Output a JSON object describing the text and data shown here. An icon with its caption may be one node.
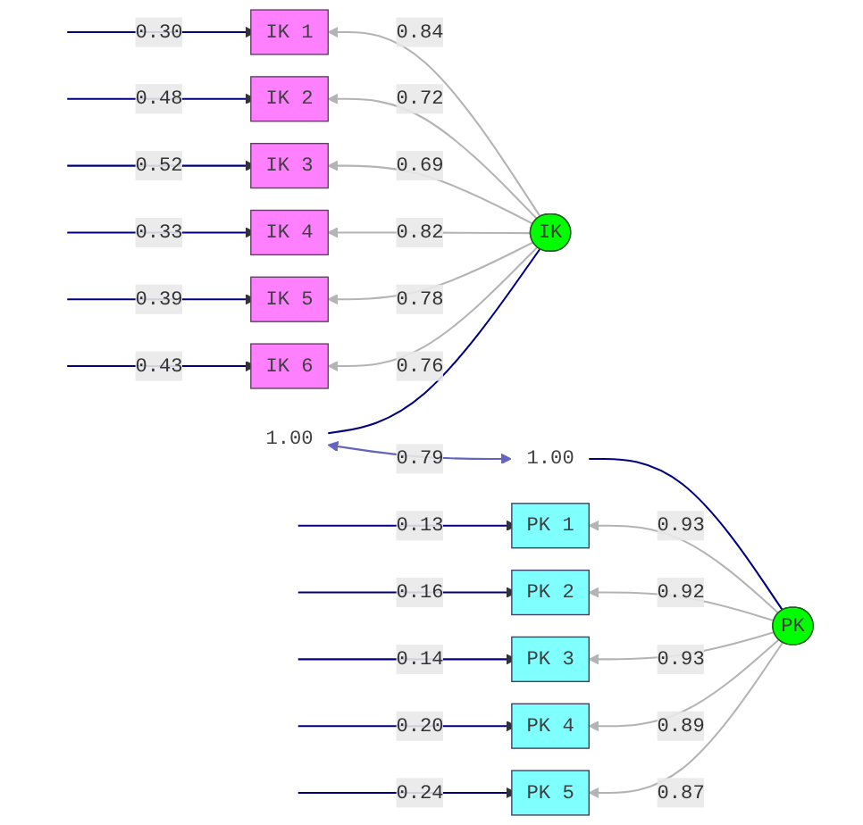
{
  "diagram": {
    "nodes": [
      {
        "text": [
          "PK 1"
        ]
      },
      {
        "text": [
          "PK 2"
        ]
      },
      {
        "text": [
          "PK 3"
        ]
      },
      {
        "text": [
          "PK 4"
        ]
      },
      {
        "text": [
          "PK 5"
        ]
      },
      {
        "text": [
          "IK 1"
        ]
      },
      {
        "text": [
          "IK 2"
        ]
      },
      {
        "text": [
          "IK 3"
        ]
      },
      {
        "text": [
          "IK 4"
        ]
      },
      {
        "text": [
          "IK 5"
        ]
      },
      {
        "text": [
          "IK 6"
        ]
      },
      {
        "text": [
          "PK"
        ]
      },
      {
        "text": [
          "IK"
        ]
      },
      {
        "text": [
          "1.00"
        ]
      },
      {
        "text": [
          "1.00"
        ]
      }
    ],
    "edges": [
      {
        "from": null,
        "to": 0,
        "arrow": "to",
        "label": "0.13"
      },
      {
        "from": null,
        "to": 1,
        "arrow": "to",
        "label": "0.16"
      },
      {
        "from": null,
        "to": 2,
        "arrow": "to",
        "label": "0.14"
      },
      {
        "from": null,
        "to": 3,
        "arrow": "to",
        "label": "0.20"
      },
      {
        "from": null,
        "to": 4,
        "arrow": "to",
        "label": "0.24"
      },
      {
        "from": null,
        "to": 5,
        "arrow": "to",
        "label": "0.30"
      },
      {
        "from": null,
        "to": 6,
        "arrow": "to",
        "label": "0.48"
      },
      {
        "from": null,
        "to": 7,
        "arrow": "to",
        "label": "0.52"
      },
      {
        "from": null,
        "to": 8,
        "arrow": "to",
        "label": "0.33"
      },
      {
        "from": null,
        "to": 9,
        "arrow": "to",
        "label": "0.39"
      },
      {
        "from": null,
        "to": 10,
        "arrow": "to",
        "label": "0.43"
      },
      {
        "from": 11,
        "to": 0,
        "arrow": "to",
        "label": "0.93",
        "color": "#b4b4b4"
      },
      {
        "from": 11,
        "to": 1,
        "arrow": "to",
        "label": "0.92",
        "color": "#b4b4b4"
      },
      {
        "from": 11,
        "to": 2,
        "arrow": "to",
        "label": "0.93",
        "color": "#b4b4b4"
      },
      {
        "from": 11,
        "to": 3,
        "arrow": "to",
        "label": "0.89",
        "color": "#b4b4b4"
      },
      {
        "from": 11,
        "to": 4,
        "arrow": "to",
        "label": "0.87",
        "color": "#b4b4b4"
      },
      {
        "from": 12,
        "to": 5,
        "arrow": "to",
        "label": "0.84",
        "color": "#b4b4b4"
      },
      {
        "from": 12,
        "to": 6,
        "arrow": "to",
        "label": "0.72",
        "color": "#b4b4b4"
      },
      {
        "from": 12,
        "to": 7,
        "arrow": "to",
        "label": "0.69",
        "color": "#b4b4b4"
      },
      {
        "from": 12,
        "to": 8,
        "arrow": "to",
        "label": "0.82",
        "color": "#b4b4b4"
      },
      {
        "from": 12,
        "to": 9,
        "arrow": "to",
        "label": "0.78",
        "color": "#b4b4b4"
      },
      {
        "from": 12,
        "to": 10,
        "arrow": "to",
        "label": "0.76",
        "color": "#b4b4b4"
      },
      {
        "from": 11,
        "to": 13,
        "arrow": "none"
      },
      {
        "from": 12,
        "to": 14,
        "arrow": "none"
      },
      {
        "from": 13,
        "to": 14,
        "arrow": "both",
        "label": "0.79",
        "color": "#6464c0"
      }
    ]
  }
}
